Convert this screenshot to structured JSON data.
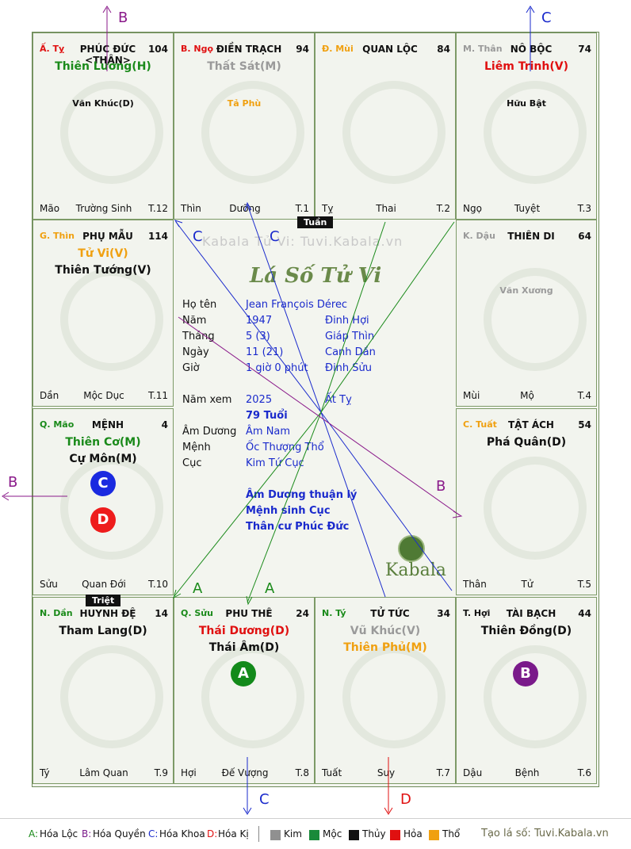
{
  "arrow_labels": {
    "top_left": "B",
    "top_right": "C",
    "left": "B",
    "bottom_c": "C",
    "bottom_d": "D"
  },
  "badges": {
    "tuan": "Tuần",
    "triet": "Triệt"
  },
  "cells": [
    {
      "can": "Ấ. Tỵ",
      "palace": "PHÚC ĐỨC <THÂN>",
      "num": "104",
      "major": [
        {
          "text": "Thiên Lương(H)",
          "color": "c-green"
        }
      ],
      "minor": [
        {
          "text": "Văn Khúc(D)",
          "color": "c-black"
        }
      ],
      "branch": "Mão",
      "stage": "Trường Sinh",
      "t": "T.12"
    },
    {
      "can": "B. Ngọ",
      "palace": "ĐIỀN TRẠCH",
      "num": "94",
      "major": [
        {
          "text": "Thất Sát(M)",
          "color": "c-gray"
        }
      ],
      "minor": [
        {
          "text": "Tả Phù",
          "color": "c-orange"
        }
      ],
      "branch": "Thìn",
      "stage": "Dưỡng",
      "t": "T.1"
    },
    {
      "can": "Đ. Mùi",
      "palace": "QUAN LỘC",
      "num": "84",
      "major": [],
      "minor": [],
      "branch": "Tỵ",
      "stage": "Thai",
      "t": "T.2"
    },
    {
      "can": "M. Thân",
      "palace": "NÔ BỘC",
      "num": "74",
      "major": [
        {
          "text": "Liêm Trinh(V)",
          "color": "c-red"
        }
      ],
      "minor": [
        {
          "text": "Hữu Bật",
          "color": "c-black"
        }
      ],
      "branch": "Ngọ",
      "stage": "Tuyệt",
      "t": "T.3"
    },
    {
      "can": "G. Thìn",
      "palace": "PHỤ MẪU",
      "num": "114",
      "major": [
        {
          "text": "Tử Vi(V)",
          "color": "c-orange"
        },
        {
          "text": "Thiên Tướng(V)",
          "color": "c-black"
        }
      ],
      "minor": [],
      "branch": "Dần",
      "stage": "Mộc Dục",
      "t": "T.11"
    },
    {
      "can": "K. Dậu",
      "palace": "THIÊN DI",
      "num": "64",
      "major": [],
      "minor": [
        {
          "text": "Văn Xương",
          "color": "c-gray"
        }
      ],
      "branch": "Mùi",
      "stage": "Mộ",
      "t": "T.4"
    },
    {
      "can": "Q. Mão",
      "palace": "MỆNH",
      "num": "4",
      "major": [
        {
          "text": "Thiên Cơ(M)",
          "color": "c-green"
        },
        {
          "text": "Cự Môn(M)",
          "color": "c-black"
        }
      ],
      "minor": [],
      "branch": "Sửu",
      "stage": "Quan Đới",
      "t": "T.10"
    },
    {
      "can": "C. Tuất",
      "palace": "TẬT ÁCH",
      "num": "54",
      "major": [
        {
          "text": "Phá Quân(D)",
          "color": "c-black"
        }
      ],
      "minor": [],
      "branch": "Thân",
      "stage": "Tử",
      "t": "T.5"
    },
    {
      "can": "N. Dần",
      "palace": "HUYNH ĐỆ",
      "num": "14",
      "major": [
        {
          "text": "Tham Lang(D)",
          "color": "c-black"
        }
      ],
      "minor": [],
      "branch": "Tý",
      "stage": "Lâm Quan",
      "t": "T.9"
    },
    {
      "can": "Q. Sửu",
      "palace": "PHU THÊ",
      "num": "24",
      "major": [
        {
          "text": "Thái Dương(D)",
          "color": "c-red"
        },
        {
          "text": "Thái Âm(D)",
          "color": "c-black"
        }
      ],
      "minor": [],
      "branch": "Hợi",
      "stage": "Đế Vượng",
      "t": "T.8"
    },
    {
      "can": "N. Tý",
      "palace": "TỬ TỨC",
      "num": "34",
      "major": [
        {
          "text": "Vũ Khúc(V)",
          "color": "c-gray"
        },
        {
          "text": "Thiên Phủ(M)",
          "color": "c-orange"
        }
      ],
      "minor": [],
      "branch": "Tuất",
      "stage": "Suy",
      "t": "T.7"
    },
    {
      "can": "T. Hợi",
      "palace": "TÀI BẠCH",
      "num": "44",
      "major": [
        {
          "text": "Thiên Đồng(D)",
          "color": "c-black"
        }
      ],
      "minor": [],
      "branch": "Dậu",
      "stage": "Bệnh",
      "t": "T.6"
    }
  ],
  "circles": {
    "mệnh_c": "C",
    "mệnh_d": "D",
    "phu_the_a": "A",
    "tai_bach_b": "B"
  },
  "center": {
    "watermark": "Kabala Tử Vi: Tuvi.Kabala.vn",
    "title": "Lá Số Tử Vi",
    "rows": [
      {
        "label": "Họ tên",
        "v1": "Jean François Dérec",
        "v2": ""
      },
      {
        "label": "Năm",
        "v1": "1947",
        "v2": "Đinh Hợi"
      },
      {
        "label": "Tháng",
        "v1": "5  (3)",
        "v2": "Giáp Thìn"
      },
      {
        "label": "Ngày",
        "v1": "11  (21)",
        "v2": "Canh Dần"
      },
      {
        "label": "Giờ",
        "v1": "1 giờ 0 phút",
        "v2": "Đinh Sửu"
      },
      {
        "label": "Năm xem",
        "v1": "2025",
        "v2": "Ất Tỵ"
      },
      {
        "label": "",
        "v1": "79 Tuổi",
        "v2": ""
      },
      {
        "label": "Âm Dương",
        "v1": "Âm Nam",
        "v2": ""
      },
      {
        "label": "Mệnh",
        "v1": "Ốc Thượng Thổ",
        "v2": ""
      },
      {
        "label": "Cục",
        "v1": "Kim Tứ Cục",
        "v2": ""
      }
    ],
    "notes": [
      "Âm Dương thuận lý",
      "Mệnh sinh Cục",
      "Thân cư Phúc Đức"
    ],
    "brand": "Kabala",
    "line_labels": {
      "c1": "C",
      "c2": "C",
      "a1": "A",
      "a2": "A",
      "b": "B"
    }
  },
  "legend": {
    "items": [
      {
        "key": "A:",
        "text": "Hóa Lộc",
        "color": "#1a8a1a"
      },
      {
        "key": "B:",
        "text": "Hóa Quyền",
        "color": "#7a1a8a"
      },
      {
        "key": "C:",
        "text": "Hóa Khoa",
        "color": "#1a2acc"
      },
      {
        "key": "D:",
        "text": "Hóa Kị",
        "color": "#e01010"
      }
    ],
    "elements": [
      {
        "text": "Kim",
        "color": "#909090"
      },
      {
        "text": "Mộc",
        "color": "#1a8a3a"
      },
      {
        "text": "Thủy",
        "color": "#111111"
      },
      {
        "text": "Hỏa",
        "color": "#e01010"
      },
      {
        "text": "Thổ",
        "color": "#f0a010"
      }
    ],
    "credit": "Tạo lá số: Tuvi.Kabala.vn"
  }
}
